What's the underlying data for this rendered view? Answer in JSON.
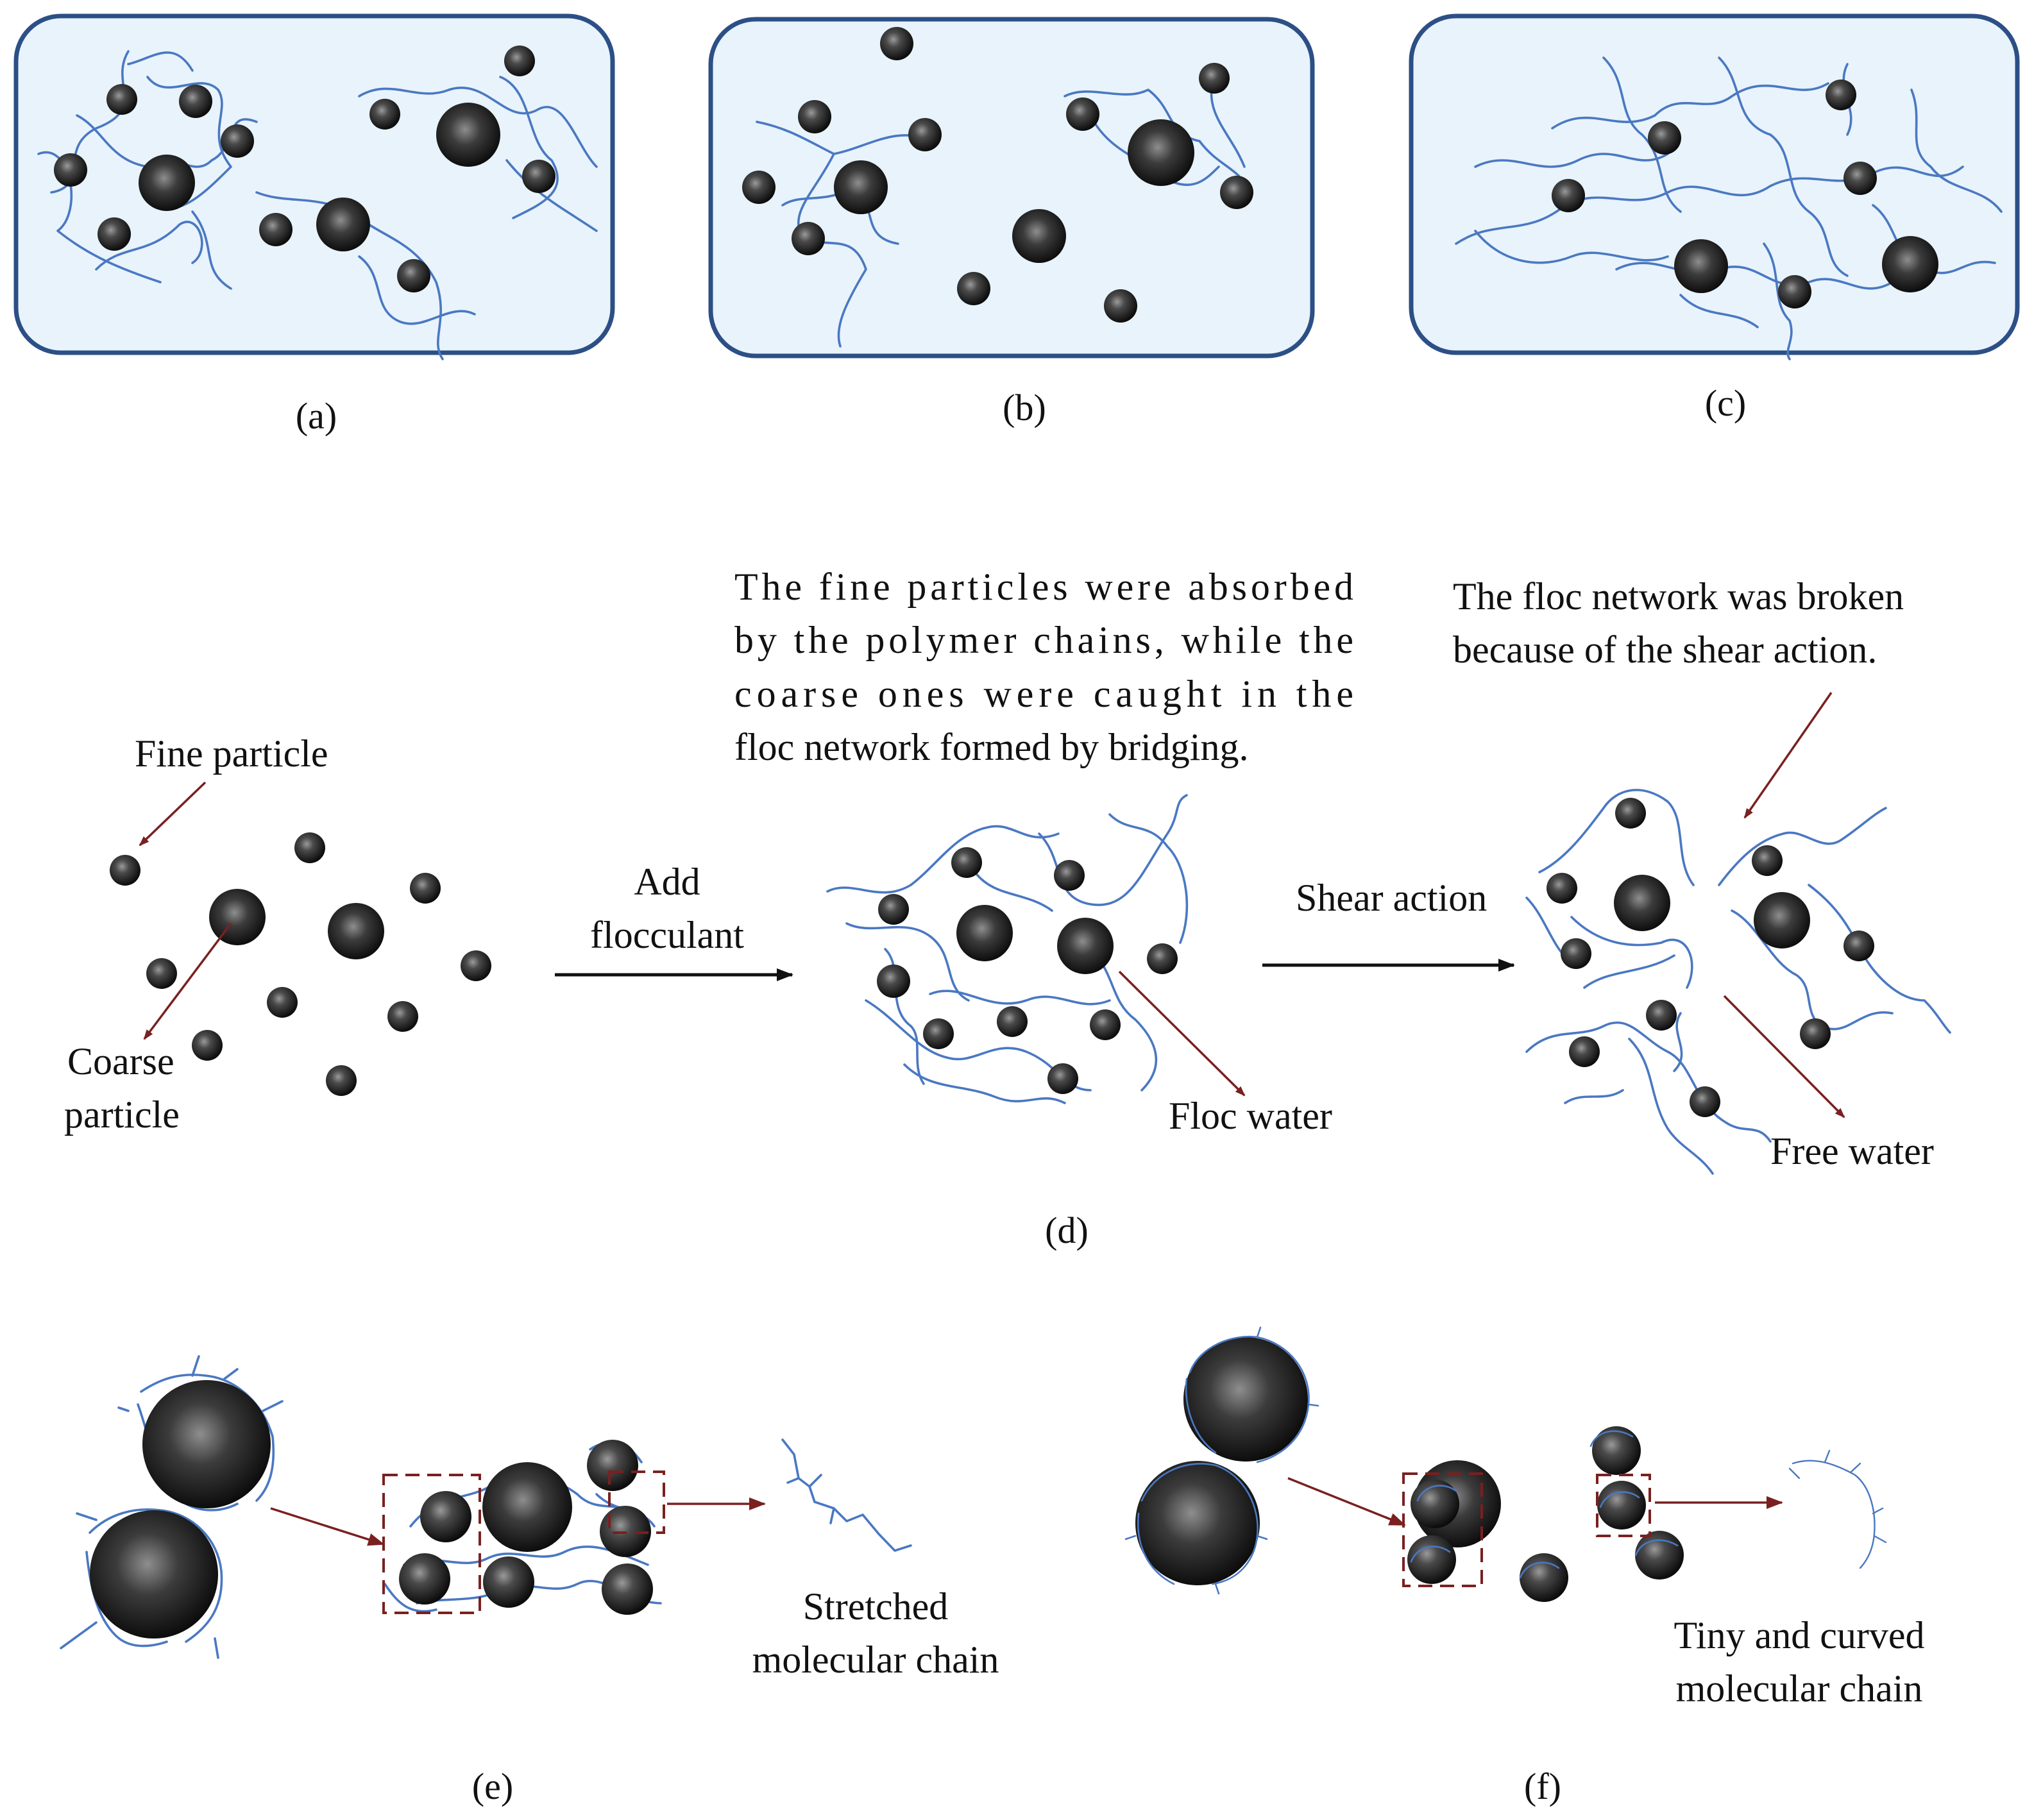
{
  "panel_labels": {
    "a": "(a)",
    "b": "(b)",
    "c": "(c)",
    "d": "(d)",
    "e": "(e)",
    "f": "(f)"
  },
  "labels": {
    "fine_particle": "Fine particle",
    "coarse_particle": [
      "Coarse",
      "particle"
    ],
    "add_flocculant": [
      "Add",
      "flocculant"
    ],
    "shear_action": "Shear action",
    "absorbed_note": [
      "The fine particles were absorbed",
      "by the polymer chains, while the",
      "coarse ones were caught in the",
      "floc network formed by bridging."
    ],
    "broken_note": [
      "The floc network was broken",
      "because of the shear action."
    ],
    "floc_water": "Floc water",
    "free_water": "Free water",
    "stretched_chain": [
      "Stretched",
      "molecular chain"
    ],
    "curved_chain": [
      "Tiny and curved",
      "molecular chain"
    ]
  },
  "colors": {
    "panel_fill": "#e8f3fb",
    "panel_stroke": "#2c4f86",
    "chain": "#4a78c2",
    "pointer_arrow": "#7a2020",
    "particle": "#1a1a1a"
  }
}
